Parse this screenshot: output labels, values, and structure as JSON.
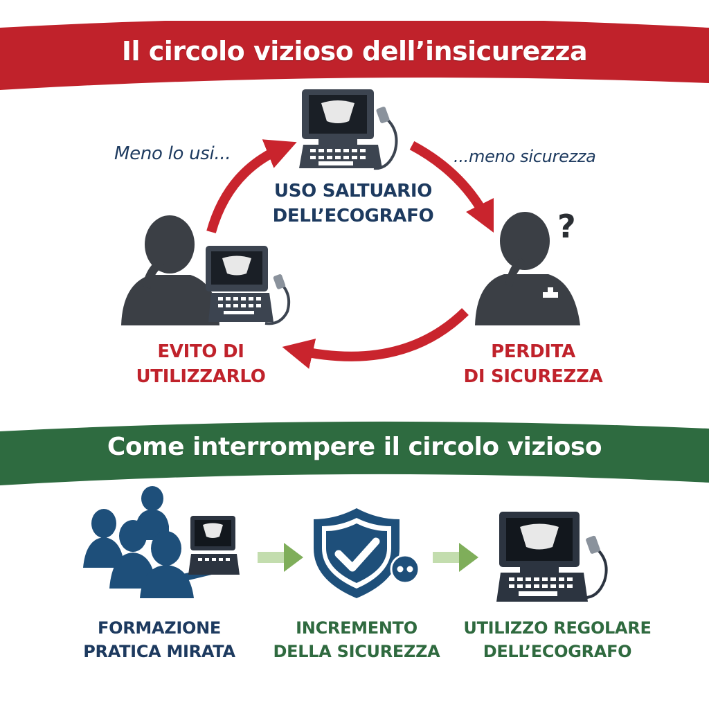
{
  "top_banner": {
    "title": "Il circolo vizioso dell’insicurezza",
    "color": "#c0222b"
  },
  "cycle": {
    "note_left": "Meno lo usi...",
    "note_right": "...meno sicurezza",
    "top_line1": "USO SALTUARIO",
    "top_line2": "DELL’ECOGRAFO",
    "left_line1": "EVITO DI",
    "left_line2": "UTILIZZARLO",
    "right_line1": "PERDITA",
    "right_line2": "DI SICUREZZA",
    "question_mark": "?",
    "arrow_color": "#c9242d"
  },
  "bottom_banner": {
    "title": "Come interrompere il circolo vizioso",
    "color": "#2e6b40"
  },
  "steps": {
    "step1_line1": "FORMAZIONE",
    "step1_line2": "PRATICA MIRATA",
    "step2_line1": "INCREMENTO",
    "step2_line2": "DELLA SICUREZZA",
    "step3_line1": "UTILIZZO REGOLARE",
    "step3_line2": "DELL’ECOGRAFO",
    "arrow_color": "#7fae5a"
  },
  "icons": {
    "top_device": "ultrasound-machine-icon",
    "left_person": "thinking-person-icon",
    "right_person": "doubtful-doctor-icon",
    "group": "training-group-icon",
    "shield": "shield-check-icon",
    "bottom_device": "ultrasound-machine-icon"
  }
}
